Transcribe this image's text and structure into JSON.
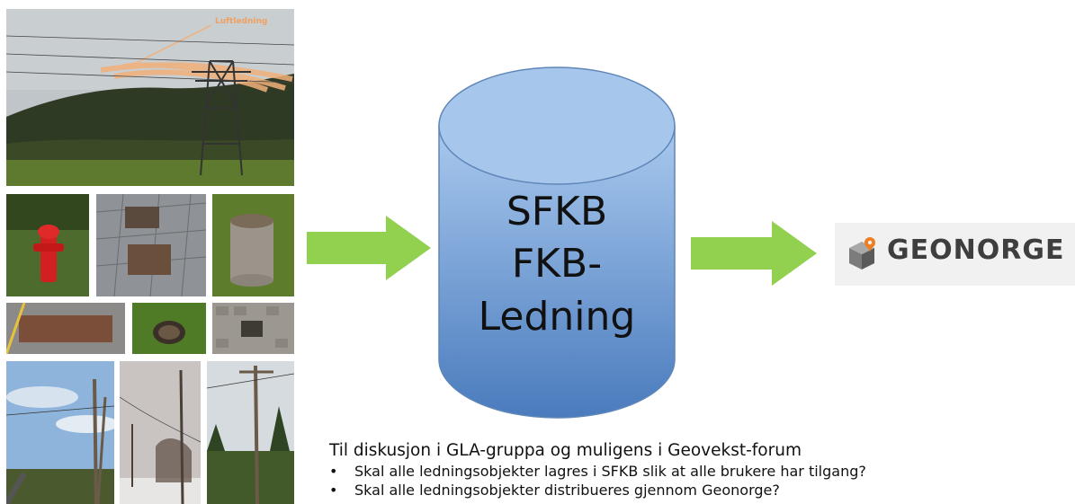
{
  "photos": {
    "powerline_label": "Luftledning"
  },
  "database": {
    "lines": [
      "SFKB",
      "FKB-",
      "Ledning"
    ]
  },
  "geonorge": {
    "text": "GEONORGE"
  },
  "discussion": {
    "title": "Til diskusjon i GLA-gruppa og muligens i Geovekst-forum",
    "bullets": [
      "Skal alle ledningsobjekter lagres i SFKB slik at alle brukere har tilgang?",
      "Skal alle ledningsobjekter distribueres gjennom Geonorge?"
    ]
  },
  "colors": {
    "arrow": "#92d050",
    "cylinder_top": "#a9c9ee",
    "cylinder_bottom": "#4f7fc0",
    "geonorge_orange": "#f07d1f"
  }
}
